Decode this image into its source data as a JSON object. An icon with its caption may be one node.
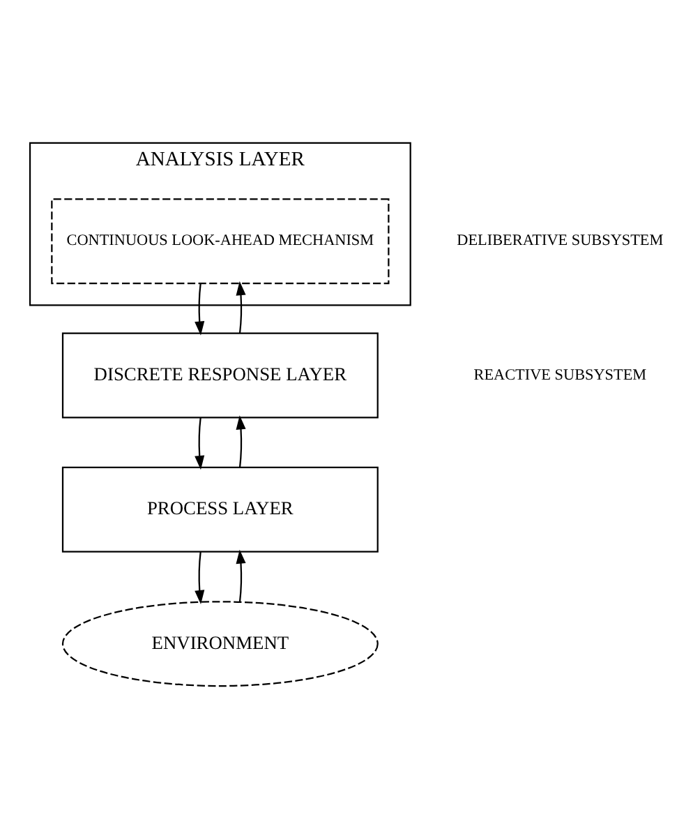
{
  "diagram": {
    "nodes": [
      {
        "text": [
          "ANALYSIS LAYER"
        ]
      },
      {
        "text": [
          "CONTINUOUS LOOK-AHEAD MECHANISM"
        ],
        "in": 0
      },
      {
        "text": [
          "DISCRETE RESPONSE LAYER"
        ]
      },
      {
        "text": [
          "PROCESS LAYER"
        ]
      },
      {
        "text": [
          "ENVIRONMENT"
        ]
      }
    ],
    "edges": [
      {
        "from": 2,
        "to": 1,
        "arrow": "to"
      },
      {
        "from": 1,
        "to": 2,
        "arrow": "to"
      },
      {
        "from": 3,
        "to": 2,
        "arrow": "to"
      },
      {
        "from": 2,
        "to": 3,
        "arrow": "to"
      },
      {
        "from": 4,
        "to": 3,
        "arrow": "to"
      },
      {
        "from": 3,
        "to": 4,
        "arrow": "to"
      }
    ],
    "labels": [
      "DELIBERATIVE SUBSYSTEM",
      "REACTIVE SUBSYSTEM"
    ]
  }
}
